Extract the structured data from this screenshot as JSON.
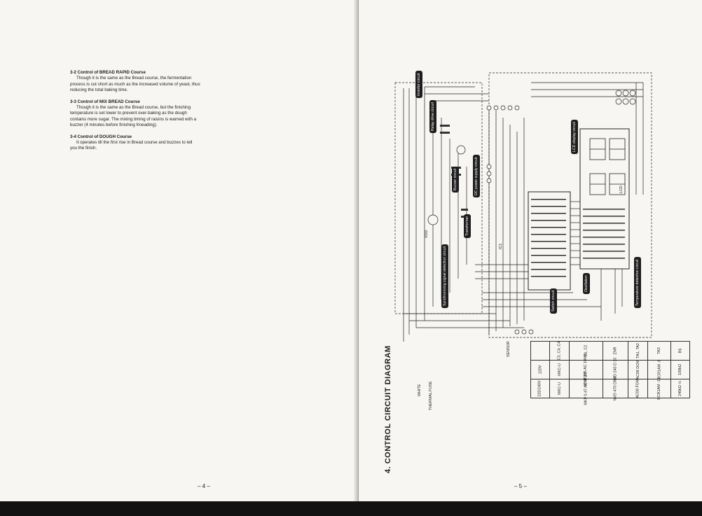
{
  "left_page": {
    "sections": [
      {
        "heading": "3-2  Control of BREAD RAPID Course",
        "body": "Though it is the same as the Bread course, the fermentation process is cut short as much as the increased volume of yeast, thus reducing the total baking time."
      },
      {
        "heading": "3-3  Control of MIX BREAD Course",
        "body": "Though it is the same as the Bread course, but the finishing temperature is set lower to prevent over-baking as the dough contains more sugar. The mixing timing of raisins is warned with a buzzer (4 minutes before finishing Kneading)."
      },
      {
        "heading": "3-4  Control of DOUGH Course",
        "body": "It operates till the first rise in Bread course and buzzes to tell you the finish."
      }
    ],
    "page_number": "– 4 –"
  },
  "right_page": {
    "title": "4.  CONTROL CIRCUIT DIAGRAM",
    "page_number": "– 5 –",
    "callouts": [
      "Inverter circuit",
      "Relay drive circuit",
      "Buzzer circuit",
      "DC power supply circuit",
      "Transformer",
      "Synchronizing signal detection circuit",
      "Switch circuit",
      "Oscillation",
      "Temperature detection circuit",
      "LCD display circuit"
    ],
    "labels": {
      "sensor": "SENSOR",
      "thermal_fuse": "THERMAL FUSE",
      "white": "WHITE",
      "lcd": "LCD",
      "ic": "IC1",
      "vdd": "VDD"
    },
    "table": {
      "headers": [
        "",
        "120V",
        "220/240V"
      ],
      "rows": [
        [
          "C3, C4, C4",
          "MKC-U",
          "MKC-U"
        ],
        [
          "C1, C2",
          "MKP 275 AC 10MA",
          "MKP 0.47 AC 473M"
        ],
        [
          "ZNR",
          "NVD 240 D 10",
          "NVD 470 D 10"
        ],
        [
          "TA1, TA2",
          "AC08 DGM",
          "AC08 FGM"
        ],
        [
          "TA3",
          "BCR1AM -8",
          "BCR1AM -12"
        ],
        [
          "R6",
          "100kΩ",
          "240kΩ ½"
        ]
      ]
    }
  }
}
